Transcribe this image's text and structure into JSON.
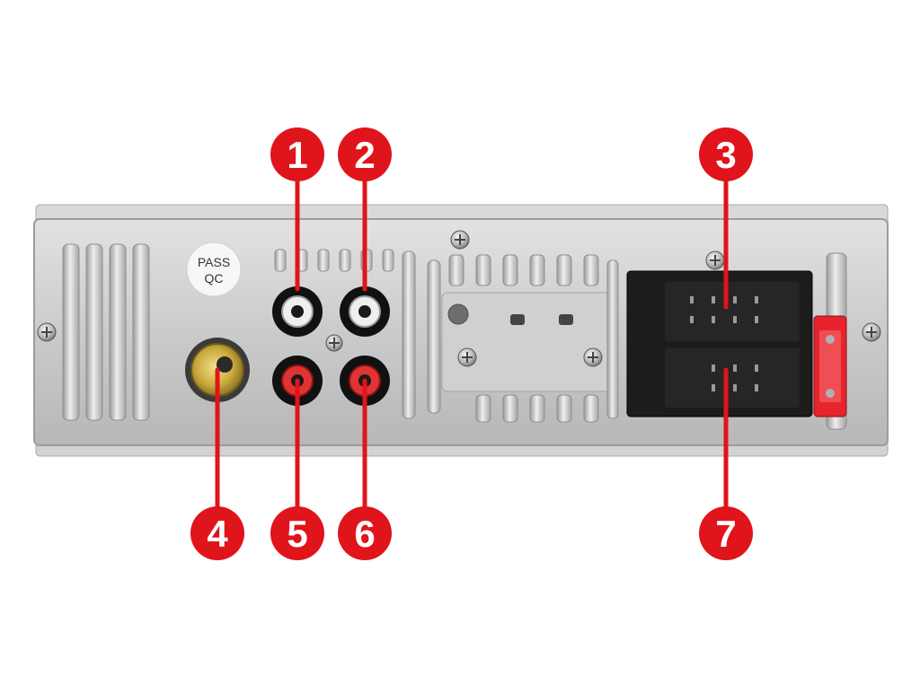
{
  "photo": {
    "subject": "Car stereo rear panel with numbered connectors",
    "sticker_text": [
      "PASS",
      "QC"
    ],
    "colors": {
      "background": "#ffffff",
      "panel": "#c9c9c9",
      "marker": "#e0141b",
      "marker_text": "#ffffff",
      "rca_white_ring": "#efefef",
      "rca_red_ring": "#e23333",
      "connector": "#1c1c1c",
      "fuse": "#e7242c",
      "antenna_socket": "#c9a93c"
    }
  },
  "markers": [
    {
      "id": "1",
      "label": "1"
    },
    {
      "id": "2",
      "label": "2"
    },
    {
      "id": "3",
      "label": "3"
    },
    {
      "id": "4",
      "label": "4"
    },
    {
      "id": "5",
      "label": "5"
    },
    {
      "id": "6",
      "label": "6"
    },
    {
      "id": "7",
      "label": "7"
    }
  ]
}
